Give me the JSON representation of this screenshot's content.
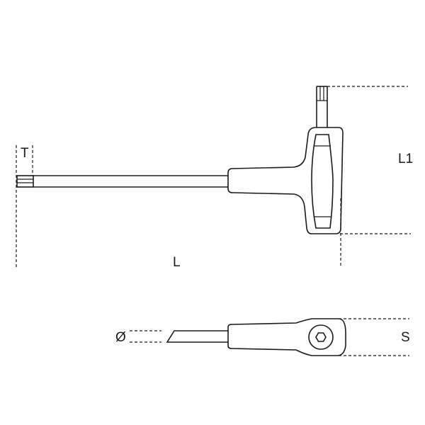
{
  "diagram": {
    "subject": "T-handle key technical drawing",
    "views": [
      "side view",
      "top view"
    ],
    "dimension_labels": {
      "tip": "T",
      "length": "L",
      "short_arm_length": "L1",
      "diameter": "Ø",
      "handle_width": "S"
    },
    "colors": {
      "stroke": "#1a1a1a",
      "background": "#ffffff"
    }
  }
}
